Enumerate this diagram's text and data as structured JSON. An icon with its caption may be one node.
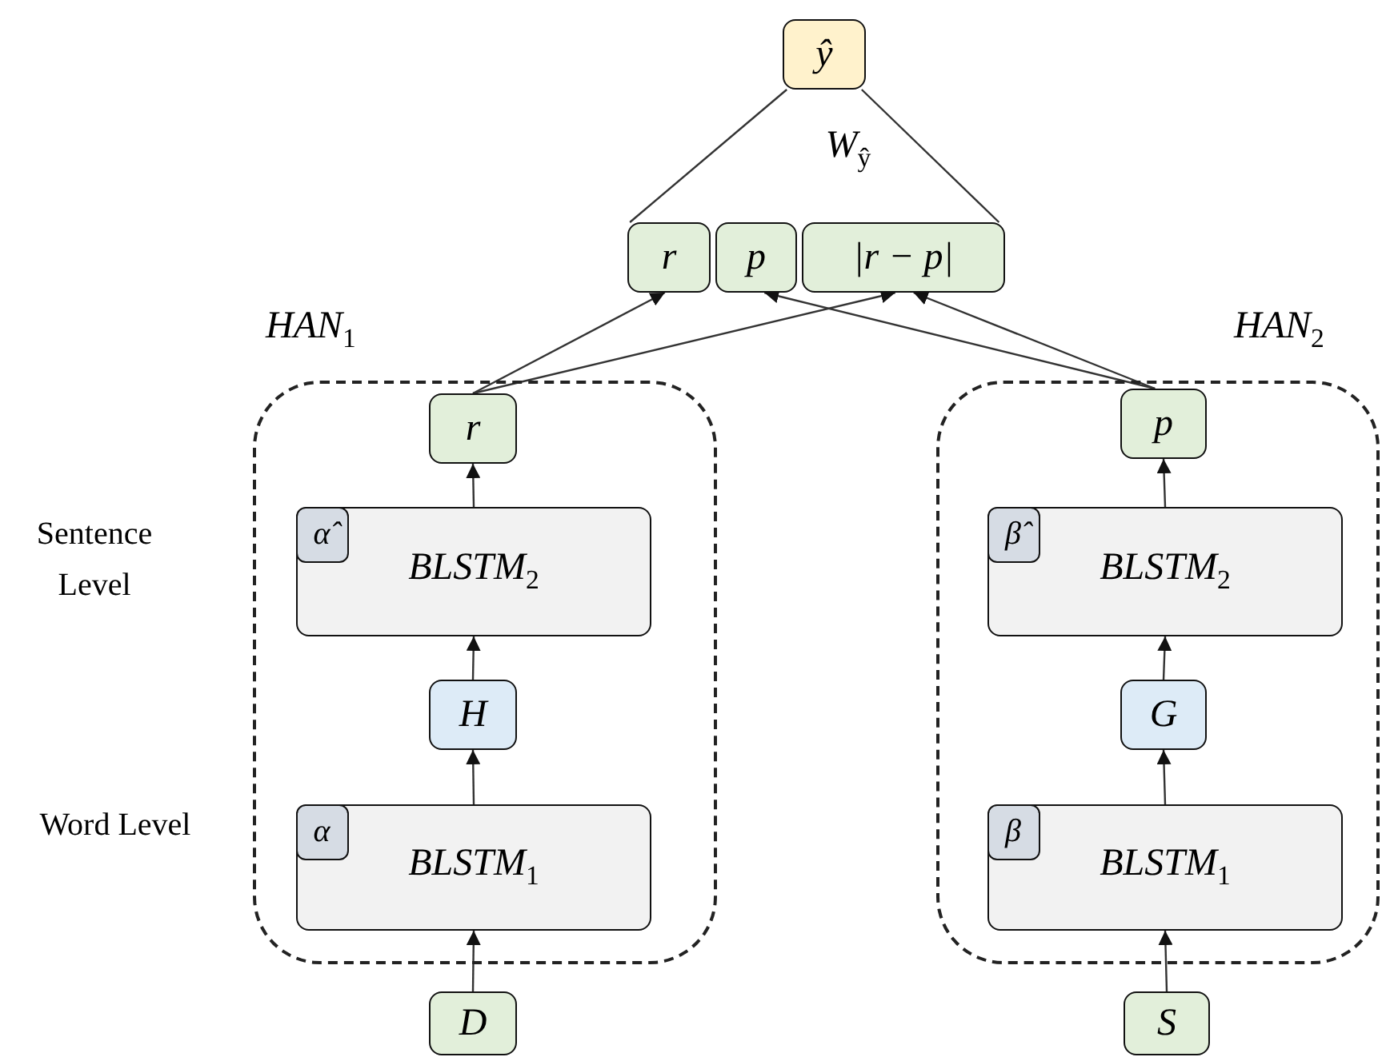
{
  "diagram": {
    "nodes": [
      {
        "text": [
          "ŷ"
        ]
      },
      {
        "text": [
          "r"
        ]
      },
      {
        "text": [
          "p"
        ]
      },
      {
        "text": [
          "|r − p|"
        ]
      },
      {
        "text": [
          "HAN$_{1}$"
        ]
      },
      {
        "text": [
          "r"
        ],
        "in": 4
      },
      {
        "text": [
          "BLSTM$_{2}$"
        ],
        "in": 4
      },
      {
        "text": [
          "α̂"
        ],
        "in": 6
      },
      {
        "text": [
          "H"
        ],
        "in": 4
      },
      {
        "text": [
          "BLSTM$_{1}$"
        ],
        "in": 4
      },
      {
        "text": [
          "α"
        ],
        "in": 9
      },
      {
        "text": [
          "D"
        ]
      },
      {
        "text": [
          "HAN$_{2}$"
        ]
      },
      {
        "text": [
          "p"
        ],
        "in": 12
      },
      {
        "text": [
          "BLSTM$_{2}$"
        ],
        "in": 12
      },
      {
        "text": [
          "β̂"
        ],
        "in": 14
      },
      {
        "text": [
          "G"
        ],
        "in": 12
      },
      {
        "text": [
          "BLSTM$_{1}$"
        ],
        "in": 12
      },
      {
        "text": [
          "β"
        ],
        "in": 17
      },
      {
        "text": [
          "S"
        ]
      }
    ],
    "edges": [
      {
        "from": 0,
        "to": 1,
        "arrow": "none"
      },
      {
        "from": 0,
        "to": 3,
        "arrow": "none"
      },
      {
        "from": 5,
        "to": 1,
        "arrow": "to"
      },
      {
        "from": 5,
        "to": 3,
        "arrow": "to"
      },
      {
        "from": 13,
        "to": 2,
        "arrow": "to"
      },
      {
        "from": 13,
        "to": 3,
        "arrow": "to"
      },
      {
        "from": 6,
        "to": 5,
        "arrow": "to"
      },
      {
        "from": 8,
        "to": 6,
        "arrow": "to"
      },
      {
        "from": 9,
        "to": 8,
        "arrow": "to"
      },
      {
        "from": 11,
        "to": 9,
        "arrow": "to"
      },
      {
        "from": 14,
        "to": 13,
        "arrow": "to"
      },
      {
        "from": 16,
        "to": 14,
        "arrow": "to"
      },
      {
        "from": 17,
        "to": 16,
        "arrow": "to"
      },
      {
        "from": 19,
        "to": 17,
        "arrow": "to"
      }
    ],
    "labels": [
      "W$_{ŷ}$",
      "Sentence Level",
      "Word Level"
    ]
  }
}
